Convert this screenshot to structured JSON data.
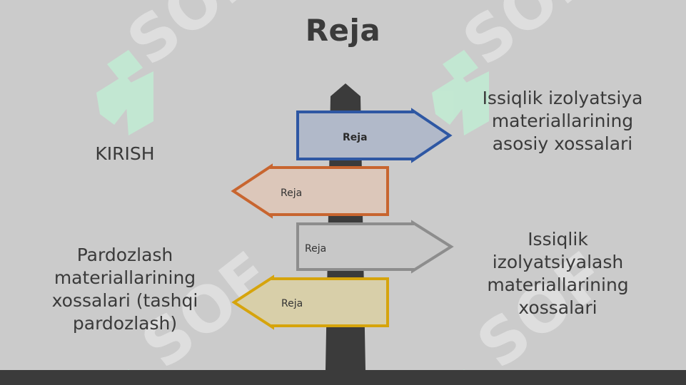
{
  "slide": {
    "title": "Reja",
    "texts": {
      "left_top": "KIRISH",
      "right_top": "Issiqlik izolyatsiya materiallarining asosiy xossalari",
      "left_bottom": "Pardozlash materiallarining xossalari (tashqi pardozlash)",
      "right_bottom": "Issiqlik izolyatsiyalash materiallarining xossalari"
    },
    "signs": [
      {
        "label": "Reja",
        "direction": "right",
        "fill": "#b1b9c9",
        "stroke": "#2e57a3",
        "bold": true
      },
      {
        "label": "Reja",
        "direction": "left",
        "fill": "#dcc7ba",
        "stroke": "#c8652f",
        "bold": false
      },
      {
        "label": "Reja",
        "direction": "right",
        "fill": "#c8c8c8",
        "stroke": "#8d8d8d",
        "bold": false
      },
      {
        "label": "Reja",
        "direction": "left",
        "fill": "#d8cfa9",
        "stroke": "#d6a40c",
        "bold": false
      }
    ],
    "watermark_text": "SOF",
    "colors": {
      "background": "#cbcbcb",
      "text": "#3a3a3a",
      "pole": "#3b3b3b",
      "watermark_logo": "#c2ebd3",
      "watermark_text": "#dedede"
    }
  }
}
